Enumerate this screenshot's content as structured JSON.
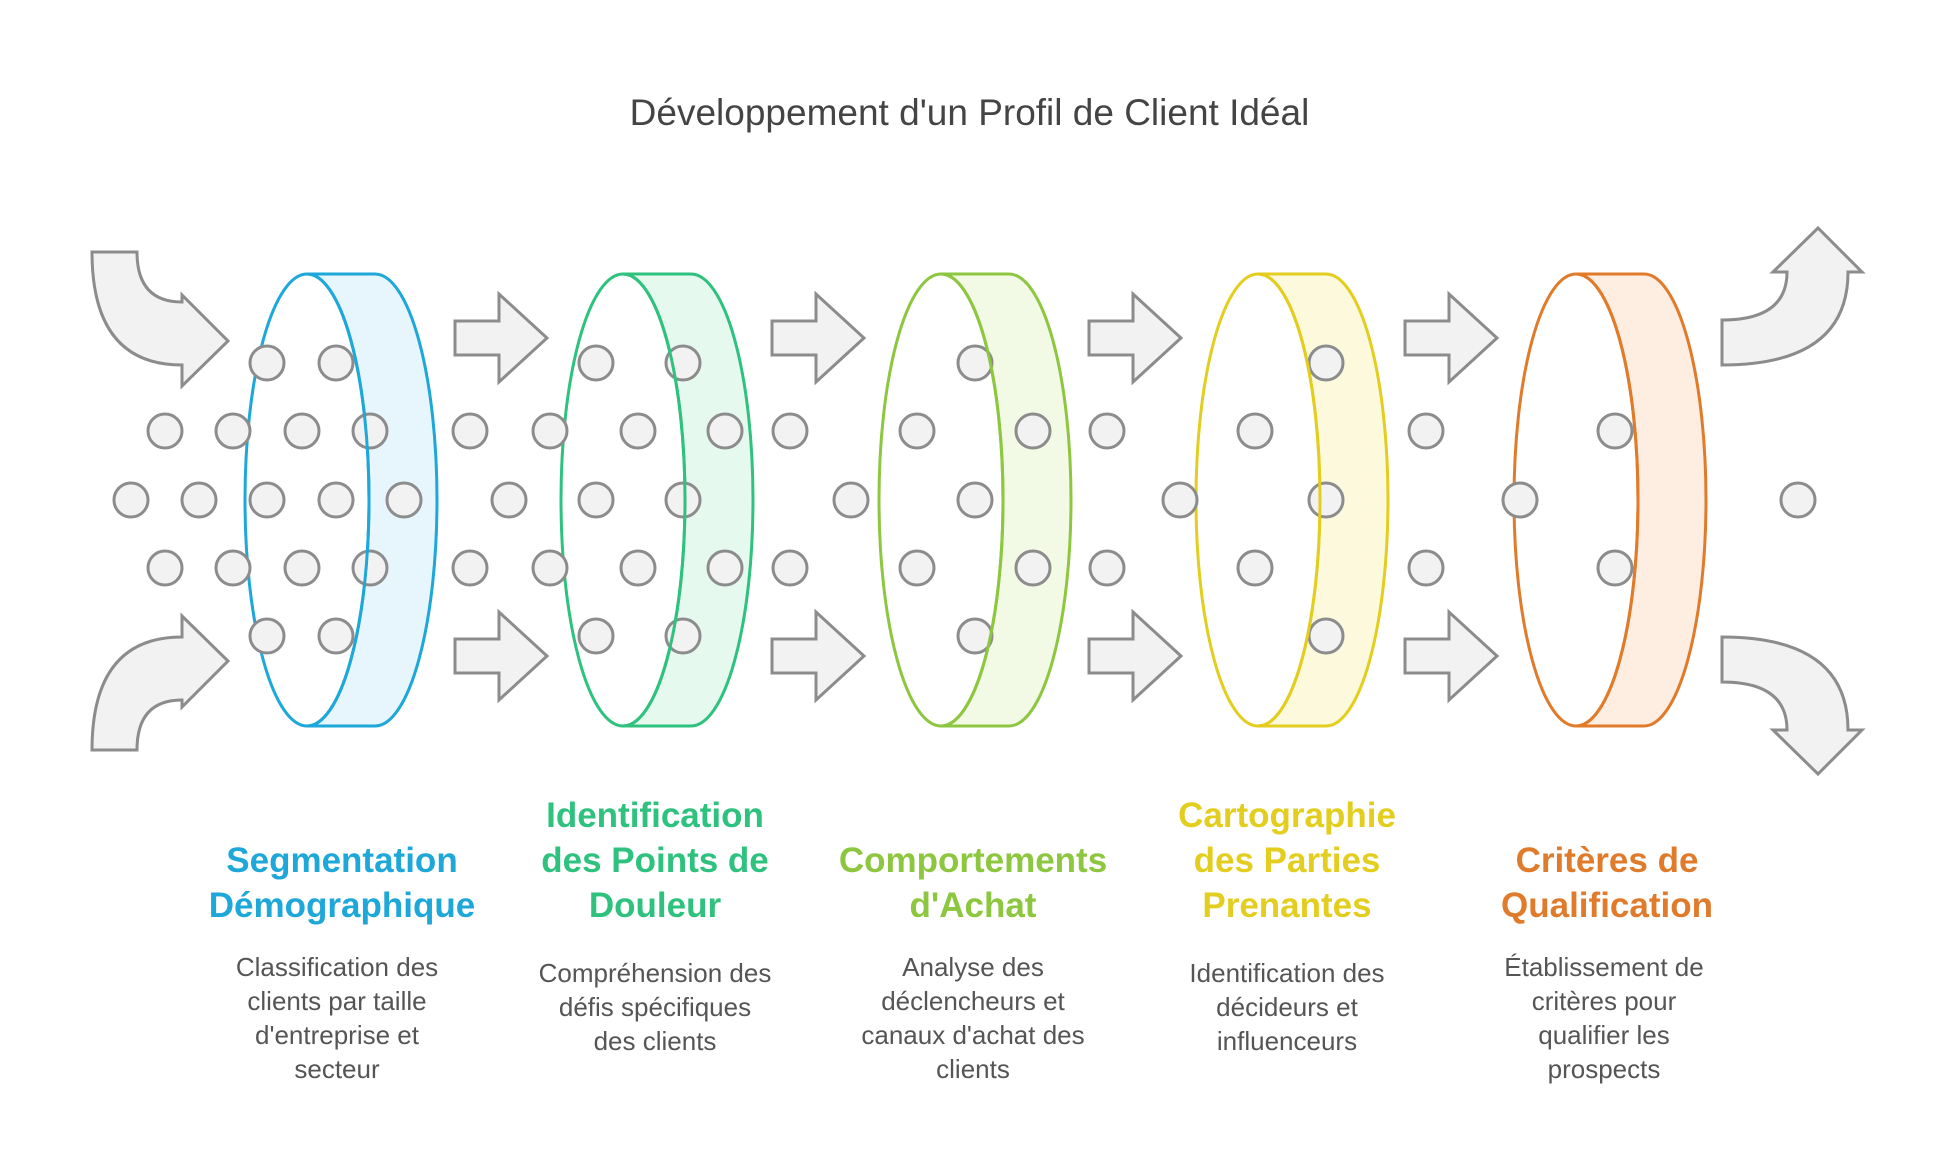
{
  "title": "Développement d'un Profil de Client Idéal",
  "stages": [
    {
      "title_lines": [
        "Segmentation",
        "Démographique"
      ],
      "desc_lines": [
        "Classification des",
        "clients par taille",
        "d'entreprise et",
        "secteur"
      ],
      "color": "#1EA7D9",
      "fill": "#E6F6FC"
    },
    {
      "title_lines": [
        "Identification",
        "des Points de",
        "Douleur"
      ],
      "desc_lines": [
        "Compréhension des",
        "défis spécifiques",
        "des clients"
      ],
      "color": "#2EC27E",
      "fill": "#E5F9EF"
    },
    {
      "title_lines": [
        "Comportements",
        "d'Achat"
      ],
      "desc_lines": [
        "Analyse des",
        "déclencheurs et",
        "canaux d'achat des",
        "clients"
      ],
      "color": "#8DC63F",
      "fill": "#F2FAE6"
    },
    {
      "title_lines": [
        "Cartographie",
        "des Parties",
        "Prenantes"
      ],
      "desc_lines": [
        "Identification des",
        "décideurs et",
        "influenceurs"
      ],
      "color": "#E3CE1F",
      "fill": "#FDF9DC"
    },
    {
      "title_lines": [
        "Critères de",
        "Qualification"
      ],
      "desc_lines": [
        "Établissement de",
        "critères pour",
        "qualifier les",
        "prospects"
      ],
      "color": "#E07B2B",
      "fill": "#FDEEE1"
    }
  ],
  "icons": {
    "arrow": "right-arrow-icon",
    "particle": "circle-dot-icon",
    "entry": "curved-arrow-icon",
    "exit": "curved-arrow-icon"
  },
  "style": {
    "arrow_fill": "#F2F2F2",
    "arrow_stroke": "#8C8C8C",
    "dot_fill": "#F2F2F2",
    "dot_stroke": "#8C8C8C"
  }
}
